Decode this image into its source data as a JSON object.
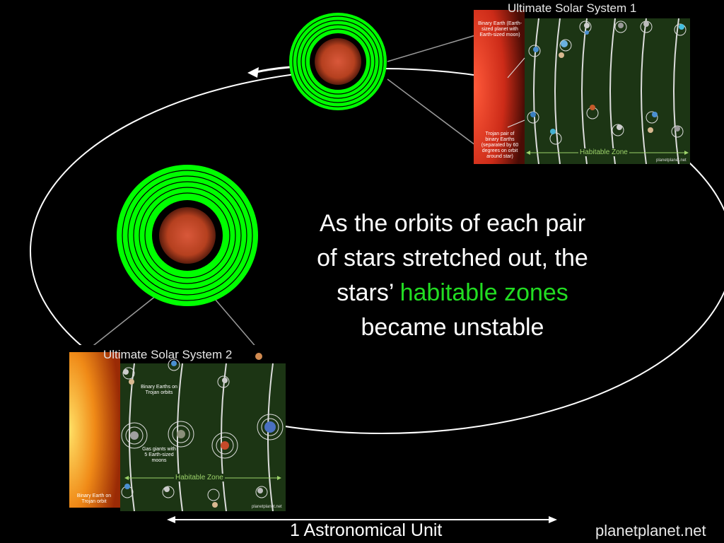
{
  "caption": {
    "line1": "As the orbits of each pair",
    "line2": "of stars stretched out, the",
    "line3_prefix": "stars’ ",
    "line3_highlight": "habitable zones",
    "line4": "became unstable"
  },
  "scale_bar": {
    "label": "1 Astronomical Unit"
  },
  "credit": "planetplanet.net",
  "colors": {
    "habitable_zone": "#00ff00",
    "star": "#c94a2c",
    "panel_bg": "#1c3514",
    "highlight_text": "#22dd22"
  },
  "panel1": {
    "title": "Ultimate Solar System 1",
    "note_top": [
      "Binary Earth (Earth-",
      "sized planet with",
      "Earth-sized moon)"
    ],
    "note_bottom": [
      "Trojan pair of",
      "binary Earths",
      "(separated by 60",
      "degrees on orbit",
      "around star)"
    ],
    "zone_label": "Habitable Zone",
    "credit_small": "planetplanet.net"
  },
  "panel2": {
    "title": "Ultimate Solar System 2",
    "note_top": [
      "Binary Earths on",
      "Trojan orbits"
    ],
    "note_mid": [
      "Gas giants with",
      "5 Earth-sized",
      "moons"
    ],
    "note_bottom": [
      "Binary Earth on",
      "Trojan orbit"
    ],
    "zone_label": "Habitable Zone",
    "credit_small": "planetplanet.net"
  }
}
